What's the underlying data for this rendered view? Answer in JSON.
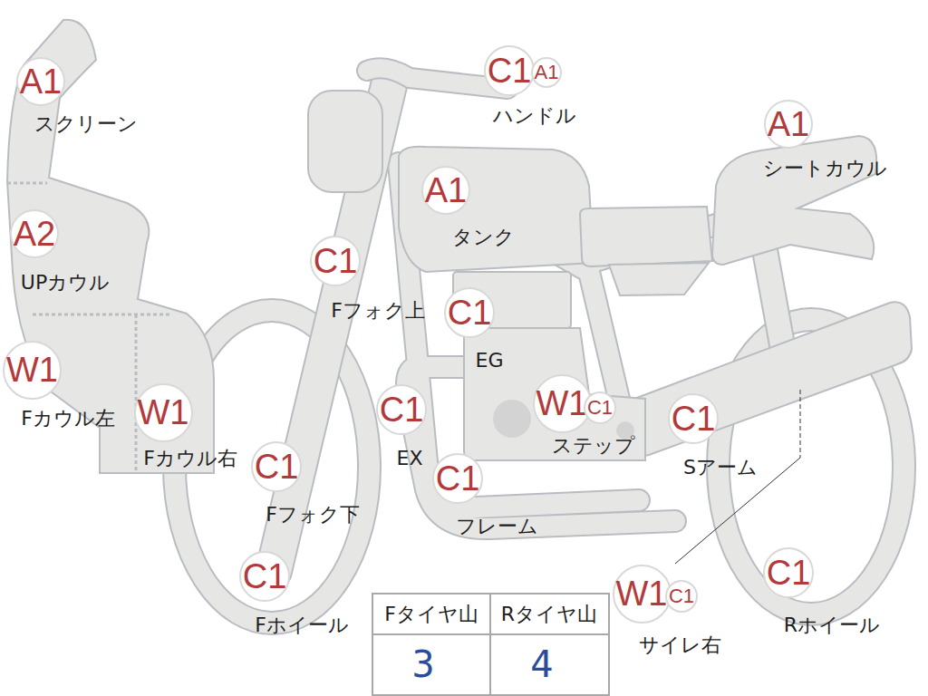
{
  "diagram": {
    "nodes": [
      {
        "text": [
          "A1"
        ]
      },
      {
        "text": [
          "C1"
        ]
      },
      {
        "text": [
          "A1"
        ]
      },
      {
        "text": [
          "A1"
        ]
      },
      {
        "text": [
          "A1"
        ]
      },
      {
        "text": [
          "A2"
        ]
      },
      {
        "text": [
          "C1"
        ]
      },
      {
        "text": [
          "C1"
        ]
      },
      {
        "text": [
          "W1"
        ]
      },
      {
        "text": [
          "W1"
        ]
      },
      {
        "text": [
          "C1"
        ]
      },
      {
        "text": [
          "C1"
        ]
      },
      {
        "text": [
          "W1"
        ]
      },
      {
        "text": [
          "C1"
        ]
      },
      {
        "text": [
          "C1"
        ]
      },
      {
        "text": [
          "C1"
        ]
      },
      {
        "text": [
          "C1"
        ]
      },
      {
        "text": [
          "C1"
        ]
      },
      {
        "text": [
          "W1"
        ]
      },
      {
        "text": [
          "C1"
        ]
      }
    ],
    "labels": [
      "スクリーン",
      "ハンドル",
      "シートカウル",
      "タンク",
      "UPカウル",
      "Fフォク上",
      "EG",
      "Fカウル左",
      "ステップ",
      "EX",
      "Fカウル右",
      "Sアーム",
      "Fフォク下",
      "フレーム",
      "Fホイール",
      "Fタイヤ山",
      "Rタイヤ山",
      "3",
      "4",
      "サイレ右",
      "Rホイール"
    ]
  }
}
